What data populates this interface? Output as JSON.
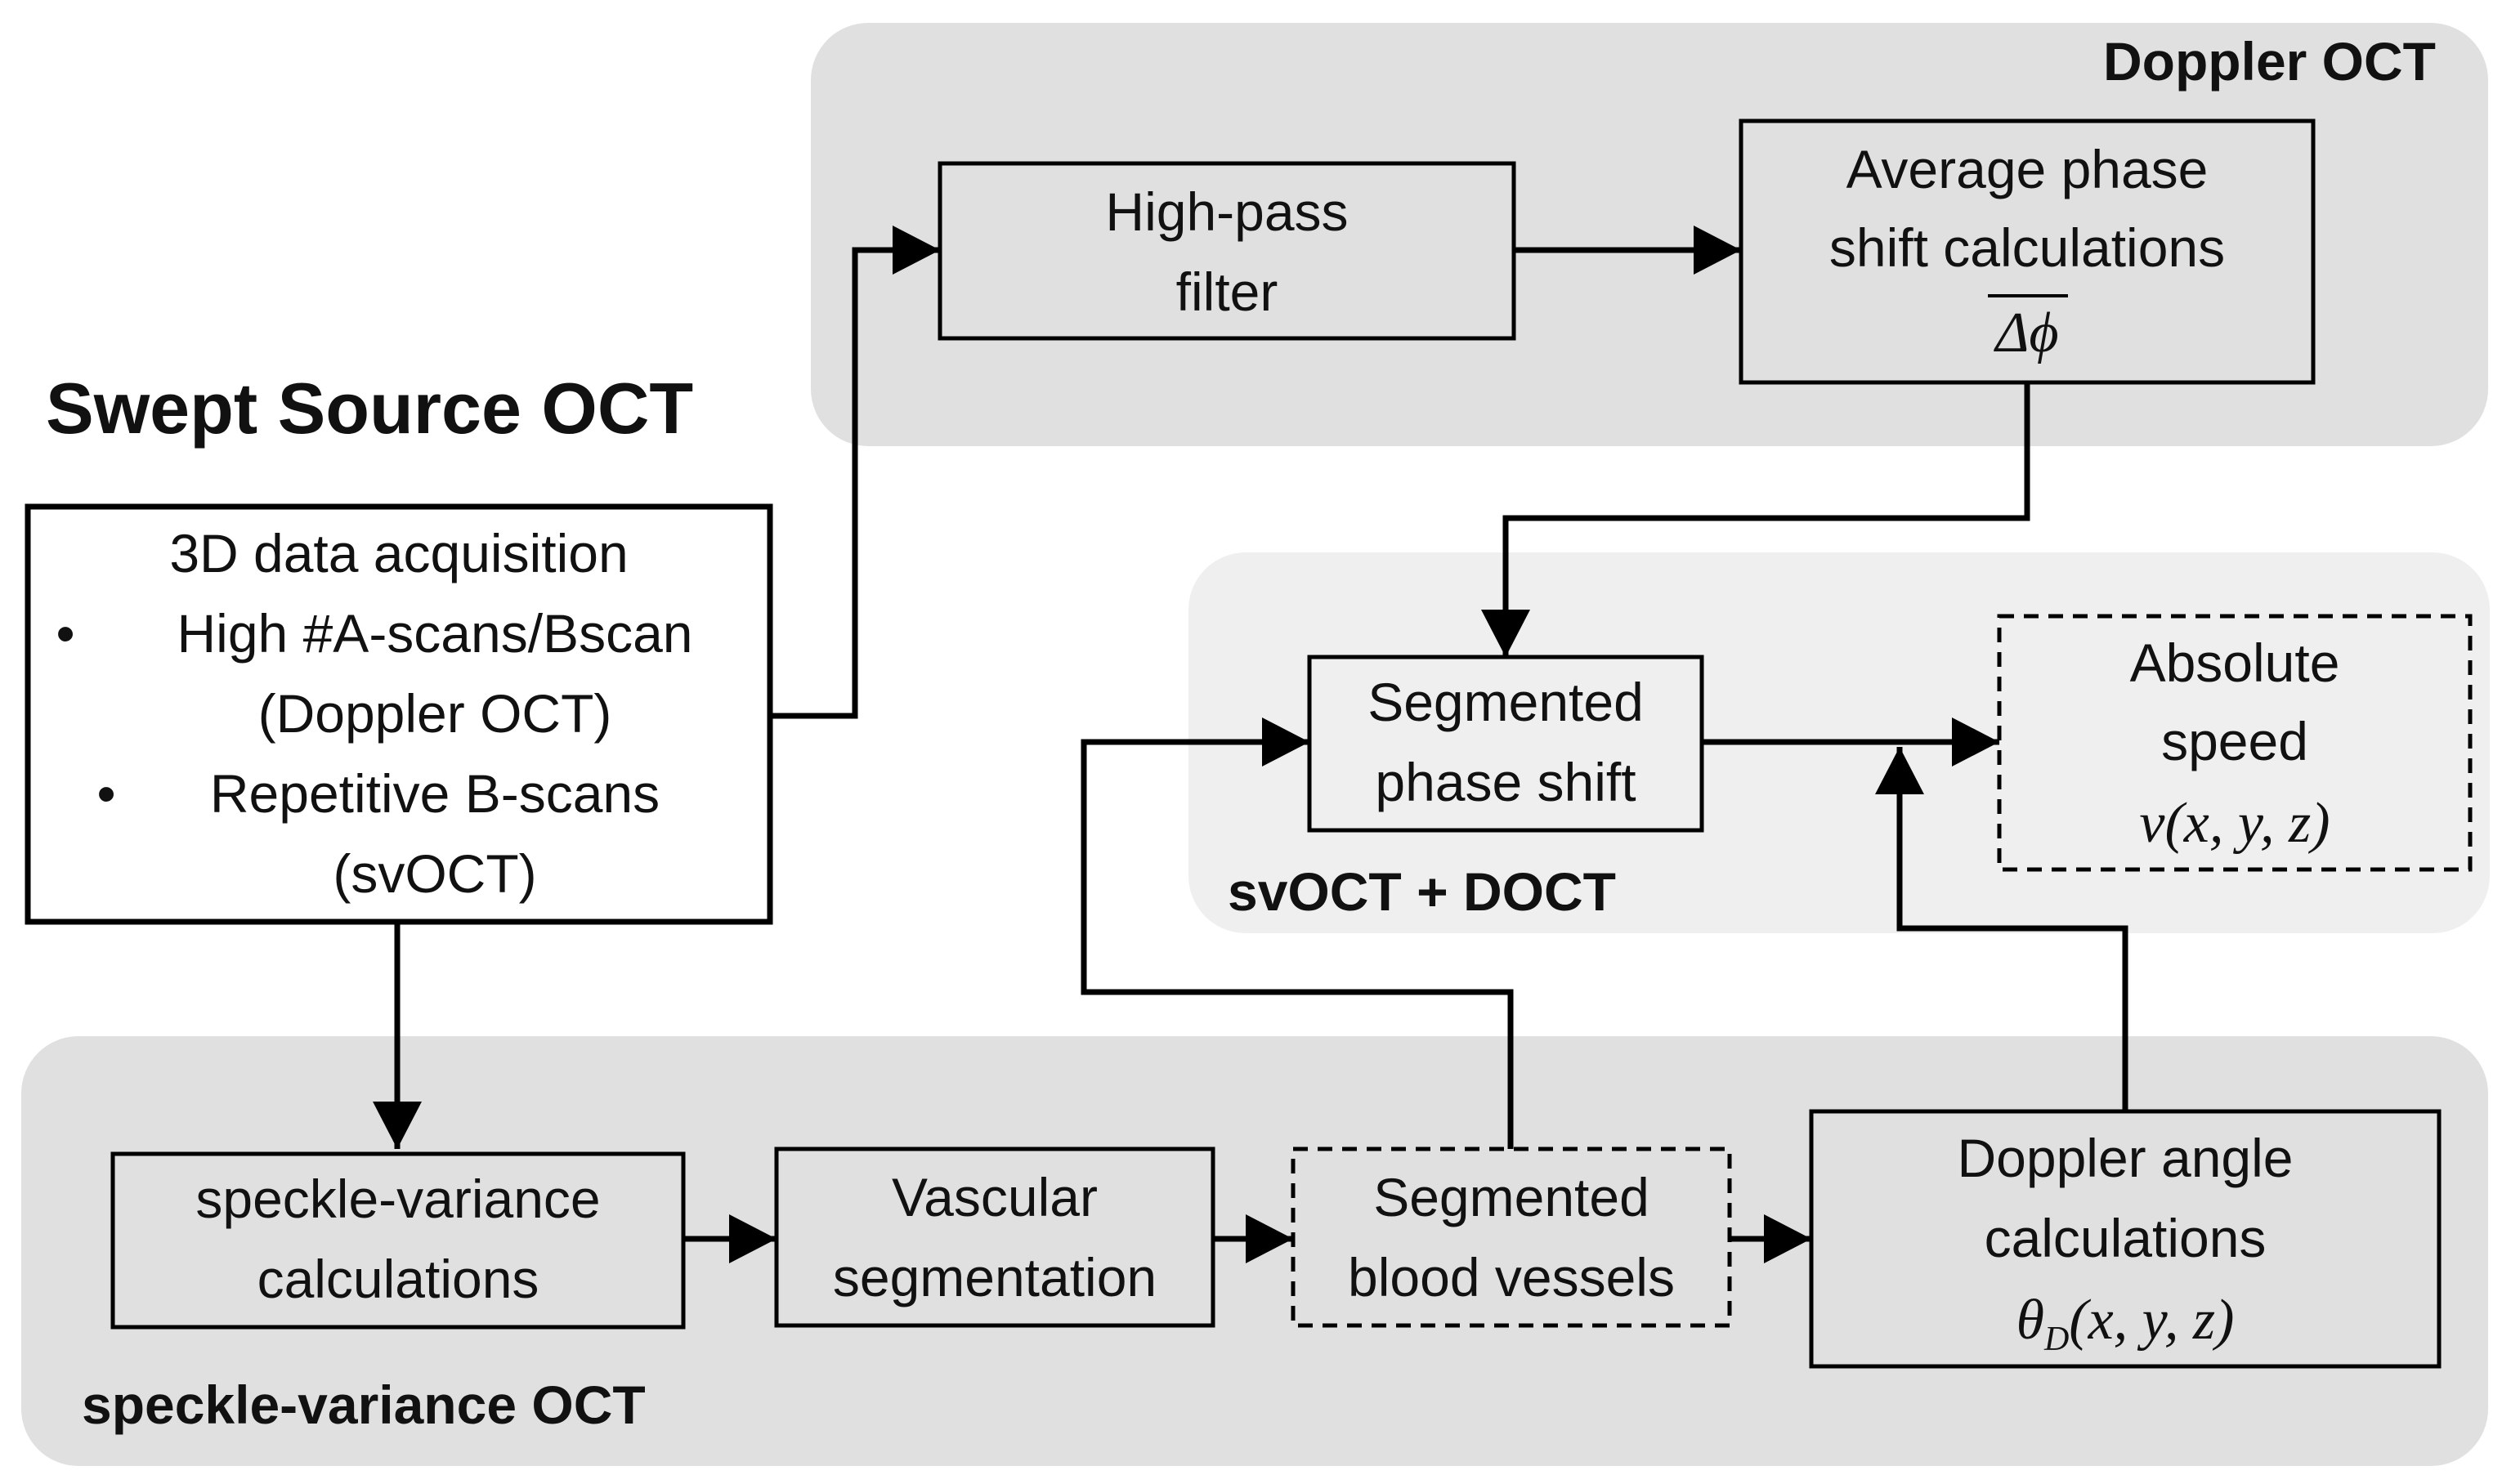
{
  "diagram": {
    "main_title": "Swept Source OCT",
    "panels": {
      "doppler": {
        "label": "Doppler OCT"
      },
      "combined": {
        "label": "svOCT + DOCT"
      },
      "speckle": {
        "label": "speckle-variance OCT"
      }
    },
    "acquisition": {
      "heading": "3D data acquisition",
      "bullet": "•",
      "item1_line1": "High #A-scans/Bscan",
      "item1_line2": "(Doppler OCT)",
      "item2_line1": "Repetitive B-scans",
      "item2_line2": "(svOCT)"
    },
    "high_pass": {
      "line1": "High-pass",
      "line2": "filter"
    },
    "avg_phase": {
      "line1": "Average phase",
      "line2": "shift calculations",
      "symbol": "Δϕ"
    },
    "seg_phase": {
      "line1": "Segmented",
      "line2": "phase shift"
    },
    "abs_speed": {
      "line1": "Absolute",
      "line2": "speed",
      "formula": "v(x, y, z)"
    },
    "speckle_calc": {
      "line1": "speckle-variance",
      "line2": "calculations"
    },
    "vascular_seg": {
      "line1": "Vascular",
      "line2": "segmentation"
    },
    "seg_vessels": {
      "line1": "Segmented",
      "line2": "blood vessels"
    },
    "doppler_angle": {
      "line1": "Doppler angle",
      "line2": "calculations",
      "formula_main": "θ",
      "formula_sub": "D",
      "formula_args": "(x, y, z)"
    }
  }
}
